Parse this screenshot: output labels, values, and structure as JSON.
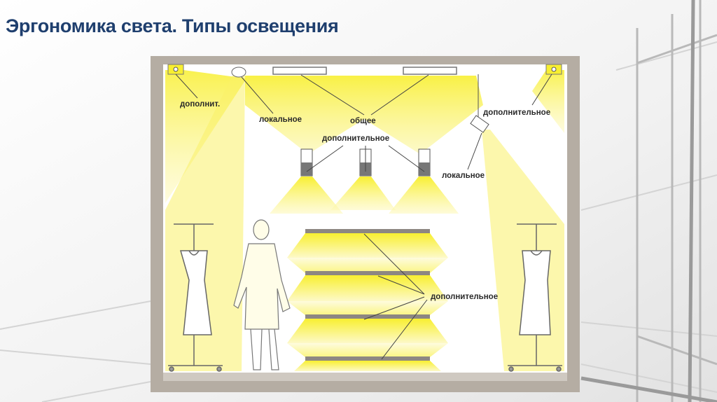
{
  "slide": {
    "title": "Эргономика света. Типы освещения"
  },
  "diagram": {
    "labels": {
      "dop_short": "дополнит.",
      "local_left": "локальное",
      "general": "общее",
      "dop_right": "дополнительное",
      "dop_center": "дополнительное",
      "local_right": "локальное",
      "dop_shelves": "дополнительное"
    },
    "colors": {
      "wall": "#ffffff",
      "frame": "#b5ada3",
      "light": "#f8ef30",
      "light_soft": "#fdf8b8",
      "title": "#1f3f6e"
    }
  }
}
